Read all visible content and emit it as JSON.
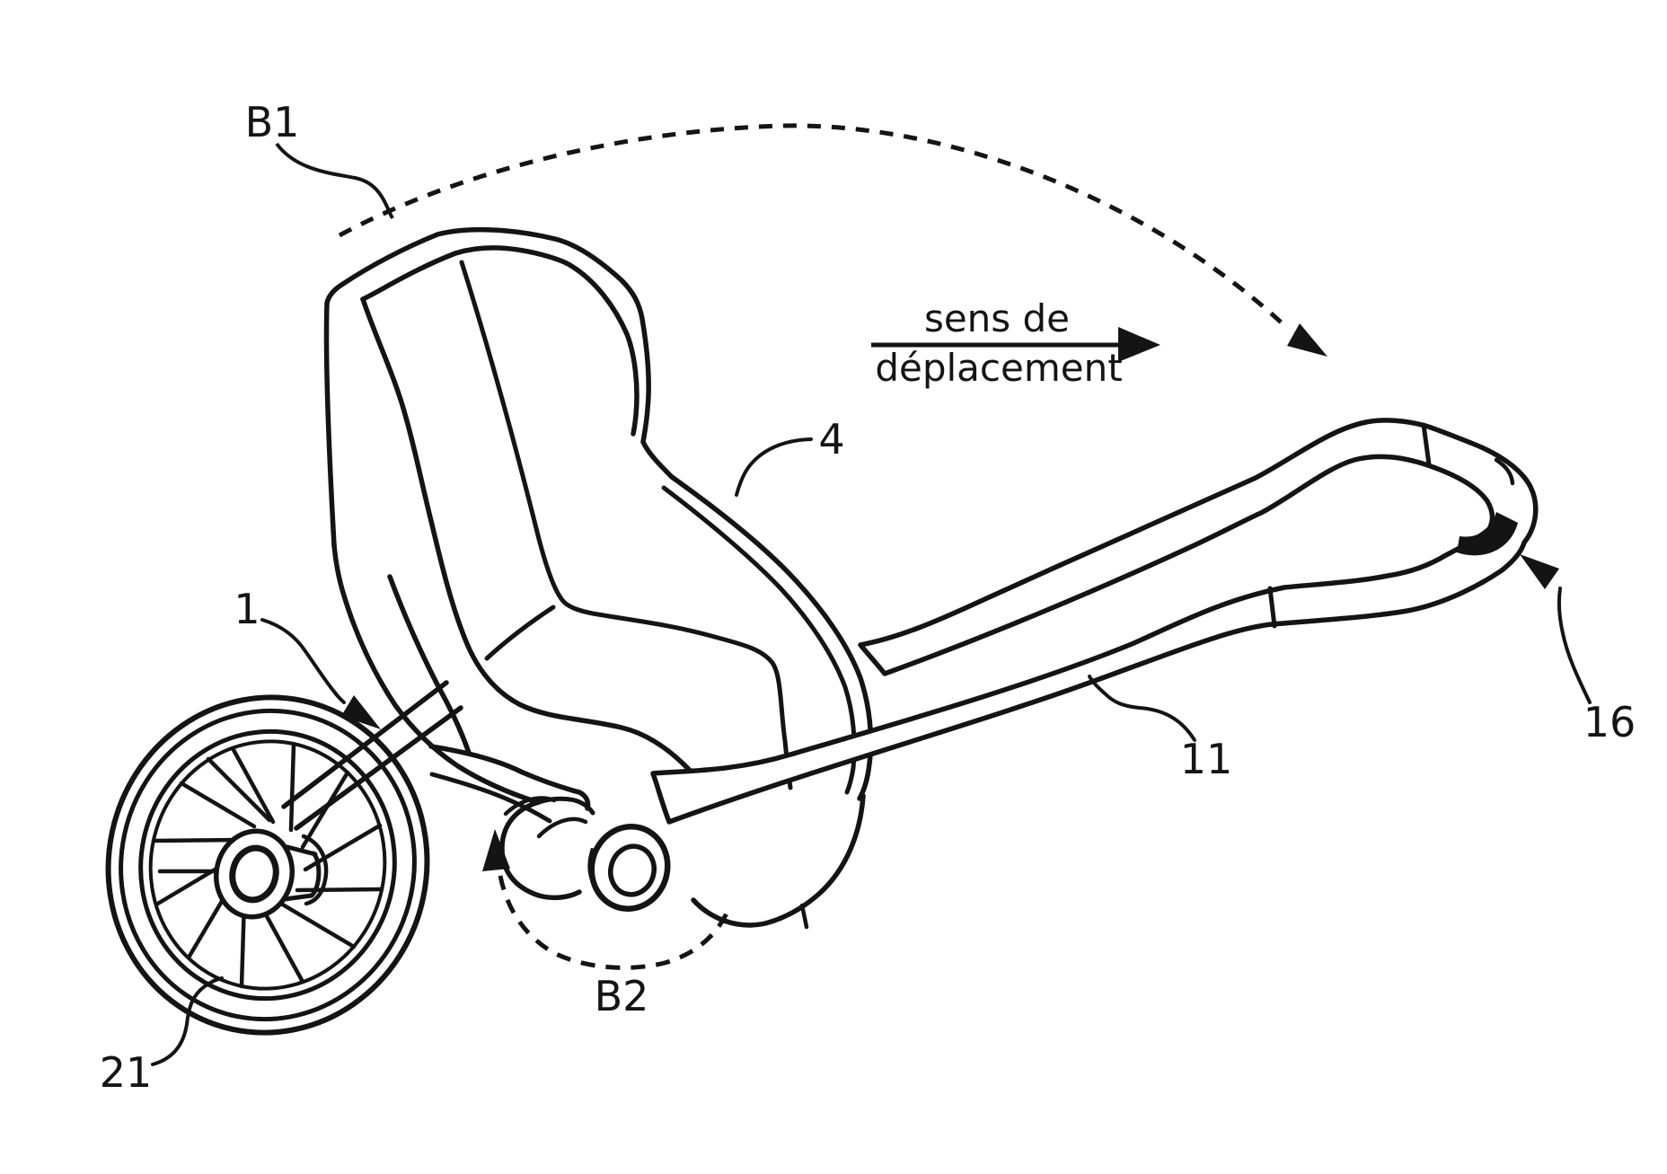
{
  "figure": {
    "type": "patent-line-drawing",
    "subject": "single-wheel seat trailer / jogger chassis side view",
    "background_color": "#ffffff",
    "ink_color": "#141414",
    "direction_label": {
      "line1": "sens de",
      "line2": "déplacement"
    },
    "labels": {
      "b1_motion_arc": "B1",
      "b2_pivot_arc": "B2",
      "frame": "1",
      "seat": "4",
      "bar": "11",
      "handle_end": "16",
      "wheel": "21"
    }
  }
}
